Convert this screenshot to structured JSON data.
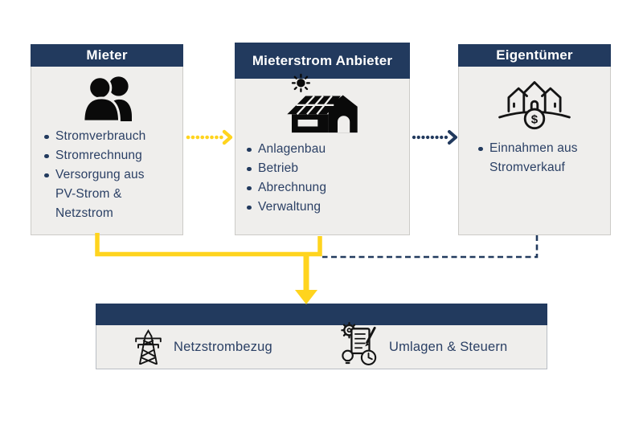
{
  "colors": {
    "navy": "#223a5e",
    "yellow": "#ffd41e",
    "panel_background": "#efeeec",
    "text": "#2b4065",
    "page_background": "#ffffff"
  },
  "panels": [
    {
      "id": "mieter",
      "title": "Mieter",
      "icon": "people-icon",
      "bullets": [
        "Stromverbrauch",
        "Stromrechnung",
        "Versorgung aus PV-Strom & Netzstrom"
      ]
    },
    {
      "id": "anbieter",
      "title": "Mieterstrom Anbieter",
      "icon": "solar-house-icon",
      "bullets": [
        "Anlagenbau",
        "Betrieb",
        "Abrechnung",
        "Verwaltung"
      ]
    },
    {
      "id": "eigentuemer",
      "title": "Eigentümer",
      "icon": "houses-revenue-icon",
      "bullets": [
        "Einnahmen aus Stromverkauf"
      ]
    }
  ],
  "bottom_bar": {
    "items": [
      {
        "icon": "transmission-tower-icon",
        "label": "Netzstrombezug"
      },
      {
        "icon": "taxes-levies-icon",
        "label": "Umlagen & Steuern"
      }
    ]
  },
  "connectors": [
    {
      "from": "mieter",
      "to": "anbieter",
      "style": "dotted-arrow",
      "color": "#ffd41e"
    },
    {
      "from": "anbieter",
      "to": "eigentuemer",
      "style": "dotted-arrow",
      "color": "#223a5e"
    },
    {
      "from": "mieter-and-anbieter",
      "to": "bottom-bar",
      "style": "solid-arrow",
      "color": "#ffd41e"
    },
    {
      "from": "eigentuemer",
      "to": "bottom-bar",
      "style": "dashed-line",
      "color": "#223a5e"
    }
  ]
}
